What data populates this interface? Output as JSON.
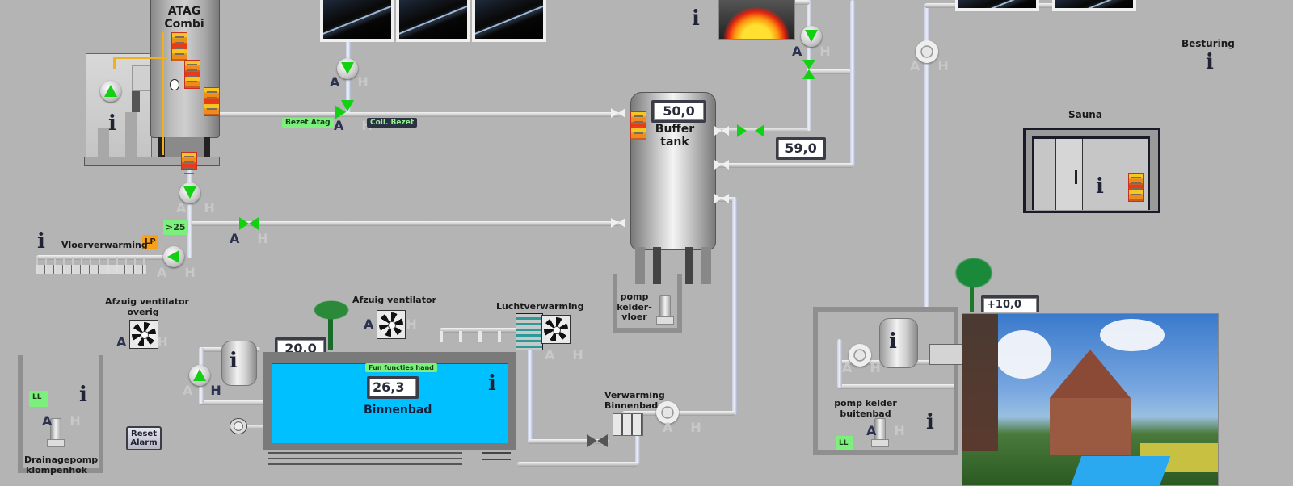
{
  "title": "Installatie overzicht",
  "colors": {
    "background": "#b4b4b4",
    "pump_running": "#12d012",
    "pool_water": "#00c0ff",
    "tag_green": "#7cf07c",
    "tag_orange": "#f7a11a",
    "tag_dark": "#2c3142"
  },
  "boiler": {
    "label_line1": "ATAG",
    "label_line2": "Combi",
    "info_icon": "info-icon"
  },
  "collector_tags": {
    "bezet_atag": "Bezet Atag",
    "coll_bezet": "Coll. Bezet"
  },
  "buffer_tank": {
    "label_line1": "Buffer",
    "label_line2": "tank",
    "temperature": "50,0",
    "return_temperature": "59,0"
  },
  "stove": {
    "info_icon": "info-icon"
  },
  "besturing": {
    "label": "Besturing"
  },
  "sauna": {
    "label": "Sauna"
  },
  "floor_heating": {
    "label": "Vloerverwarming",
    "threshold_tag": ">25",
    "lp_tag": "LP"
  },
  "fan_overig": {
    "label_line1": "Afzuig ventilator",
    "label_line2": "overig"
  },
  "fan_binnenbad": {
    "label": "Afzuig ventilator"
  },
  "air_heating": {
    "label": "Luchtverwarming"
  },
  "drainage": {
    "label_line1": "Drainagepomp",
    "label_line2": "klompenhok",
    "level_tag": "LL"
  },
  "reset_button": {
    "line1": "Reset",
    "line2": "Alarm"
  },
  "indoor_pool": {
    "label": "Binnenbad",
    "water_temperature": "26,3",
    "air_temperature": "20,0",
    "fun_tag": "Fun functies hand"
  },
  "pool_heating": {
    "label_line1": "Verwarming",
    "label_line2": "Binnenbad"
  },
  "cellar_floor_pump": {
    "label_line1": "pomp",
    "label_line2": "kelder-",
    "label_line3": "vloer"
  },
  "outdoor_pool": {
    "pump_label_line1": "pomp kelder",
    "pump_label_line2": "buitenbad",
    "level_tag": "LL",
    "outside_temperature": "+10,0"
  },
  "mode_labels": {
    "auto": "A",
    "hand": "H"
  }
}
